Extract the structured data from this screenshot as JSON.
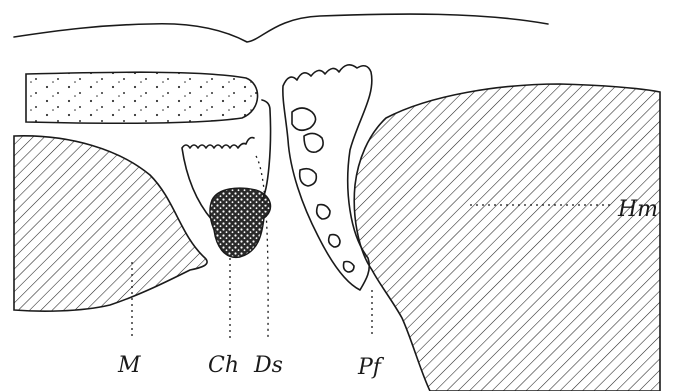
{
  "labels": {
    "m": "M",
    "ch": "Ch",
    "ds": "Ds",
    "pf": "Pf",
    "hm": "Hm"
  }
}
